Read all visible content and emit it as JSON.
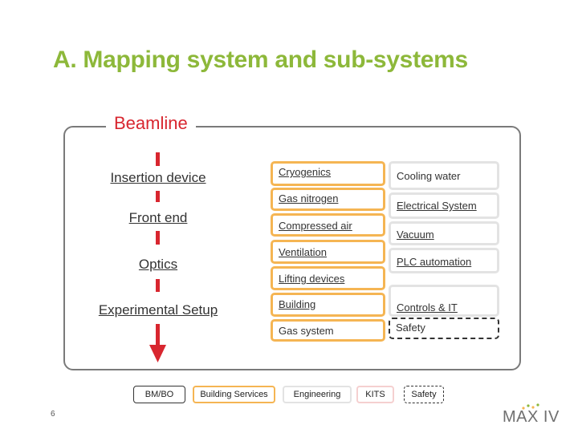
{
  "title": "A. Mapping system and sub-systems",
  "frame_label": "Beamline",
  "stages": [
    "Insertion device",
    "Front end",
    "Optics",
    "Experimental Setup"
  ],
  "subsystems": {
    "cryogenics": "Cryogenics",
    "gas_nitrogen": "Gas nitrogen",
    "compressed_air": "Compressed air",
    "ventilation": "Ventilation",
    "lifting_devices": "Lifting devices",
    "building": "Building",
    "gas_system": "Gas system",
    "cooling_water": "Cooling water",
    "electrical_system": "Electrical System",
    "vacuum": "Vacuum",
    "plc_automation": "PLC automation",
    "controls_it": "Controls & IT",
    "safety": "Safety"
  },
  "legend": {
    "bm_bo": "BM/BO",
    "building_services": "Building Services",
    "engineering": "Engineering",
    "kits": "KITS",
    "safety": "Safety"
  },
  "colors": {
    "title": "#8db83a",
    "beamline": "#d8262f",
    "building_services": "#f5b553",
    "engineering": "#e3e3e3",
    "kits": "#f5d0d0"
  },
  "page_number": "6",
  "logo_text": "MAX IV"
}
